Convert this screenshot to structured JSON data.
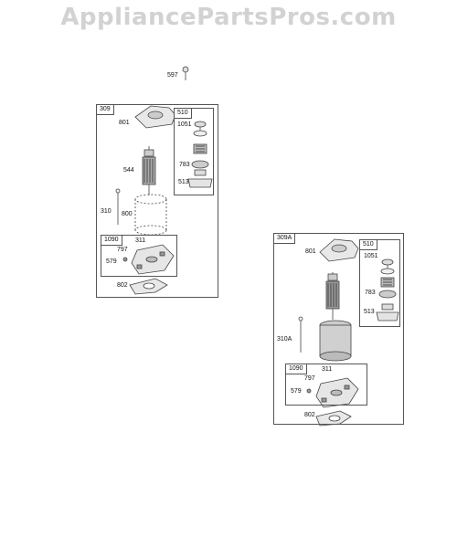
{
  "watermark": "AppliancePartsPros.com",
  "top_part": "597",
  "assembly_a": {
    "label": "309",
    "parts": {
      "p801": "801",
      "p544": "544",
      "p310": "310",
      "p800": "800",
      "p802": "802"
    },
    "subgroup_510": {
      "label": "510",
      "parts": {
        "p1051": "1051",
        "p783": "783",
        "p513": "513"
      }
    },
    "subgroup_1090": {
      "label": "1090",
      "parts": {
        "p311": "311",
        "p797": "797",
        "p579": "579"
      }
    }
  },
  "assembly_b": {
    "label": "309A",
    "parts": {
      "p801": "801",
      "p310a": "310A",
      "p802": "802"
    },
    "subgroup_510": {
      "label": "510",
      "parts": {
        "p1051": "1051",
        "p783": "783",
        "p513": "513"
      }
    },
    "subgroup_1090": {
      "label": "1090",
      "parts": {
        "p311": "311",
        "p797": "797",
        "p579": "579"
      }
    }
  }
}
